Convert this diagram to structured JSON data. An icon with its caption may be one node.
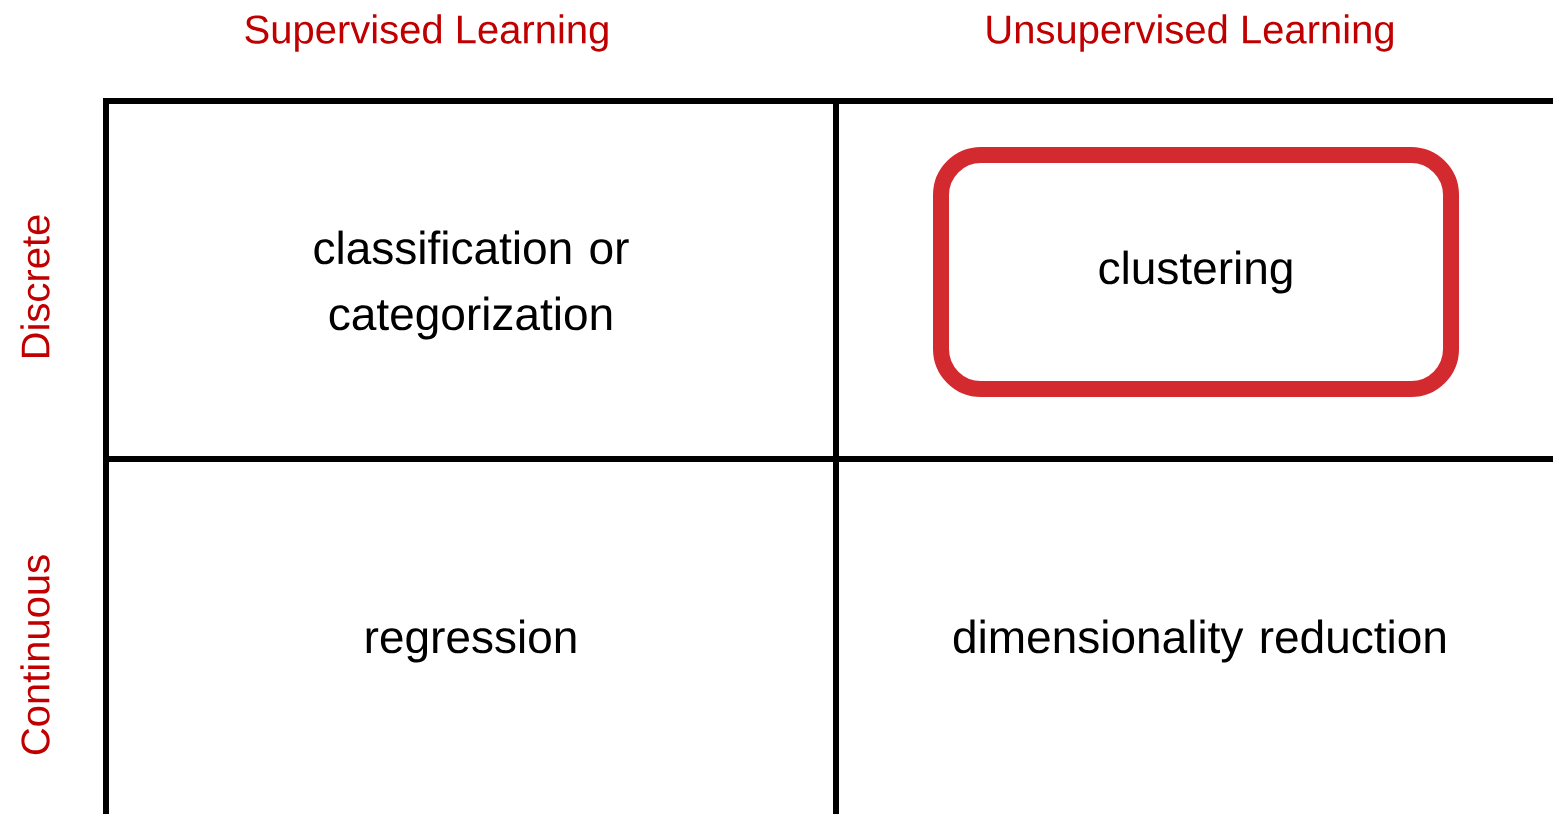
{
  "diagram": {
    "nodes": [
      {
        "text": [
          "clustering"
        ]
      }
    ],
    "labels": [
      "Supervised Learning",
      "Unsupervised Learning",
      "Discrete",
      "classification or categorization",
      "Continuous",
      "regression",
      "dimensionality reduction"
    ]
  }
}
